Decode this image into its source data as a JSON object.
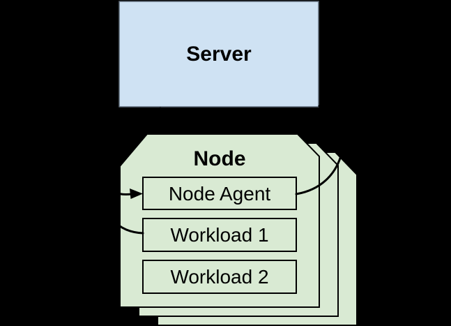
{
  "diagram": {
    "server": {
      "label": "Server"
    },
    "node": {
      "label": "Node",
      "children": [
        {
          "label": "Node Agent"
        },
        {
          "label": "Workload 1"
        },
        {
          "label": "Workload 2"
        }
      ],
      "stack_count": 3
    },
    "colors": {
      "background": "#000000",
      "server_fill": "#cfe2f3",
      "server_border": "#5f6b78",
      "node_fill": "#d9ead3",
      "line": "#000000"
    }
  }
}
